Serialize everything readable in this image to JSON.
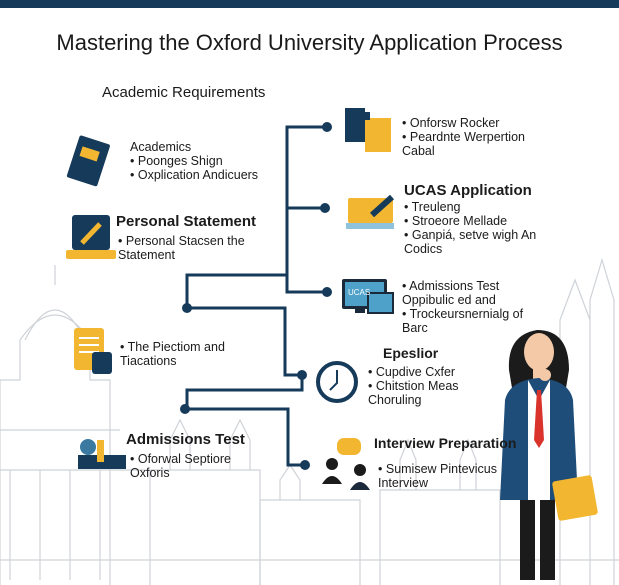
{
  "title": "Mastering the Oxford University Application Process",
  "left": [
    {
      "heading": "Academic Requirements"
    },
    {
      "lead": "Academics",
      "bullets": [
        "Poonges Shign",
        "Oxplication Andicuers"
      ]
    },
    {
      "heading": "Personal Statement",
      "bullets": [
        "Personal Stacsen the Statement"
      ]
    },
    {
      "bullets": [
        "The Piectiom and Tiacations"
      ]
    },
    {
      "heading": "Admissions Test",
      "bullets": [
        "Oforwal Septiore Oxforis"
      ]
    }
  ],
  "right": [
    {
      "bullets": [
        "Onforsw Rocker",
        "Peardnte Werpertion Cabal"
      ]
    },
    {
      "heading": "UCAS Application",
      "bullets": [
        "Treuleng",
        "Stroeore Mellade",
        "Ganpiá, setve wigh An Codics"
      ]
    },
    {
      "screen_label": "UCAS",
      "bullets": [
        "Admissions Test Oppibulic ed and",
        "Trockeursnernialg of Barc"
      ]
    },
    {
      "heading": "Epeslior",
      "bullets": [
        "Cupdive Cxfer",
        "Chitstion Meas Choruling"
      ]
    },
    {
      "heading": "Interview Preparation",
      "bullets": [
        "Sumisew Pintevicus Interview"
      ]
    }
  ],
  "colors": {
    "navy": "#163a5a",
    "gold": "#f2b630",
    "light": "#d9dde2"
  }
}
